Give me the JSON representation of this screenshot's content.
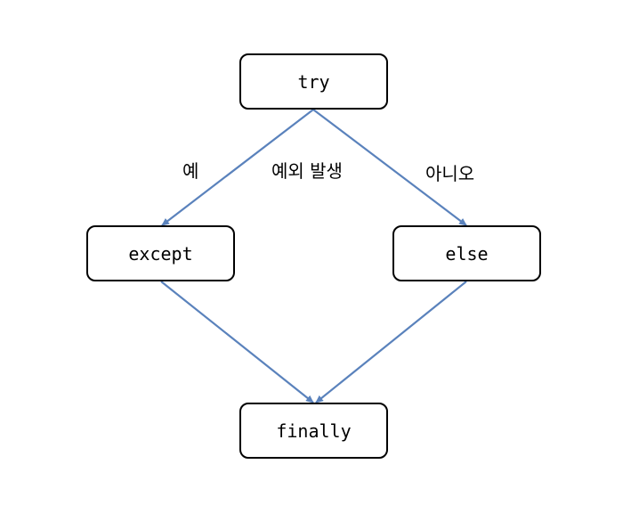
{
  "diagram": {
    "nodes": {
      "try": "try",
      "except": "except",
      "else": "else",
      "finally": "finally"
    },
    "edge_labels": {
      "yes": "예",
      "exception_occurred": "예외 발생",
      "no": "아니오"
    },
    "colors": {
      "edge": "#5a82bc",
      "node_border": "#000000",
      "background": "#ffffff"
    }
  }
}
